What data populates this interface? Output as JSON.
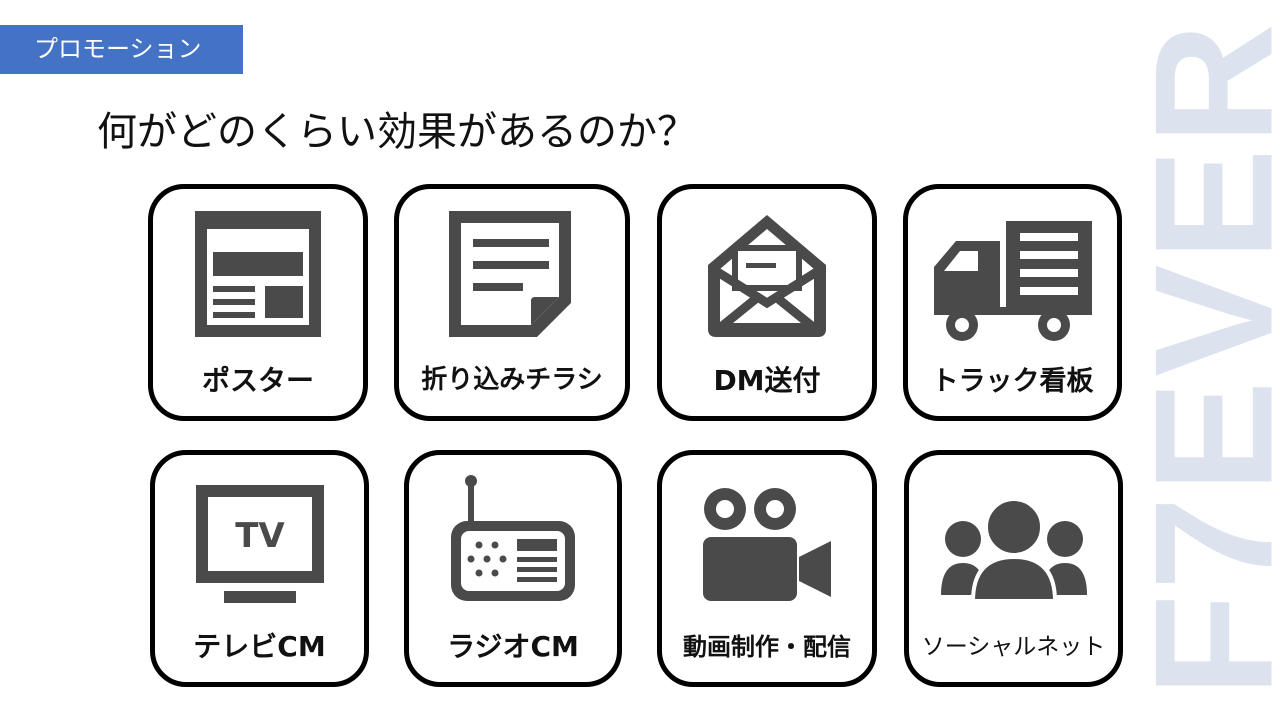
{
  "header": {
    "tag": "プロモーション",
    "title": "何がどのくらい効果があるのか？"
  },
  "watermark": "F7EVER",
  "colors": {
    "tag_bg": "#4472c4",
    "icon": "#4a4a4a",
    "watermark": "#dce3ef"
  },
  "tiles": [
    {
      "label": "ポスター",
      "icon": "poster-icon"
    },
    {
      "label": "折り込みチラシ",
      "icon": "flyer-icon"
    },
    {
      "label": "DM送付",
      "icon": "mail-icon"
    },
    {
      "label": "トラック看板",
      "icon": "truck-icon"
    },
    {
      "label": "テレビCM",
      "icon": "tv-icon"
    },
    {
      "label": "ラジオCM",
      "icon": "radio-icon"
    },
    {
      "label": "動画制作・配信",
      "icon": "video-camera-icon"
    },
    {
      "label": "ソーシャルネット",
      "icon": "people-icon"
    }
  ],
  "tv_screen_text": "TV"
}
